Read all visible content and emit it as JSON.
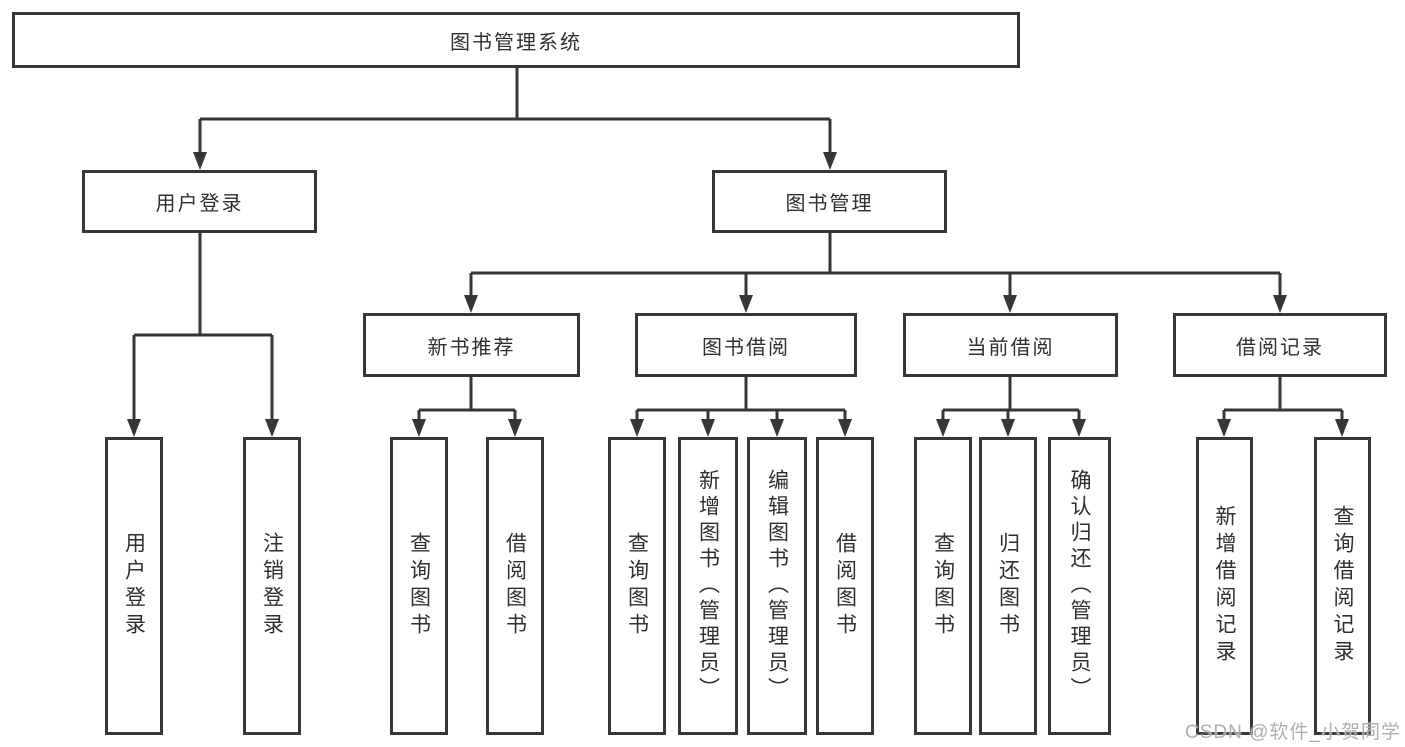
{
  "tree": {
    "root": {
      "label": "图书管理系统"
    },
    "branches": [
      {
        "label": "用户登录",
        "children": [
          {
            "label": "用户登录"
          },
          {
            "label": "注销登录"
          }
        ]
      },
      {
        "label": "图书管理",
        "groups": [
          {
            "label": "新书推荐",
            "children": [
              {
                "label": "查询图书"
              },
              {
                "label": "借阅图书"
              }
            ]
          },
          {
            "label": "图书借阅",
            "children": [
              {
                "label": "查询图书"
              },
              {
                "label": "新增图书（管理员）"
              },
              {
                "label": "编辑图书（管理员）"
              },
              {
                "label": "借阅图书"
              }
            ]
          },
          {
            "label": "当前借阅",
            "children": [
              {
                "label": "查询图书"
              },
              {
                "label": "归还图书"
              },
              {
                "label": "确认归还（管理员）"
              }
            ]
          },
          {
            "label": "借阅记录",
            "children": [
              {
                "label": "新增借阅记录"
              },
              {
                "label": "查询借阅记录"
              }
            ]
          }
        ]
      }
    ]
  },
  "watermark": {
    "text": "CSDN @软件_小贺同学"
  },
  "colors": {
    "line": "#363636",
    "text": "#2f2f2f",
    "background": "#ffffff",
    "watermark": "#a8a8a8"
  }
}
